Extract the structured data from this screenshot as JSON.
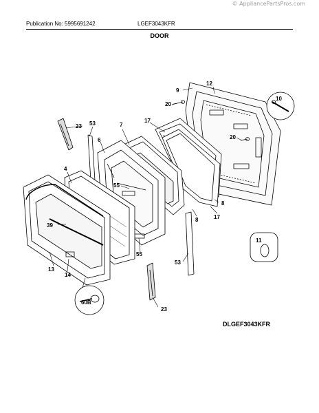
{
  "header": {
    "publication": "Publication No: 5995691242",
    "model_top": "LGEF3043KFR",
    "watermark": "© AppliancePartsPros.com"
  },
  "section_title": "DOOR",
  "model_bottom": "DLGEF3043KFR",
  "callouts": [
    "9",
    "12",
    "10",
    "20",
    "23",
    "53",
    "7",
    "17",
    "20",
    "6",
    "4",
    "55",
    "8",
    "17",
    "8",
    "39",
    "53",
    "13",
    "14",
    "60B",
    "23",
    "11",
    "55"
  ]
}
